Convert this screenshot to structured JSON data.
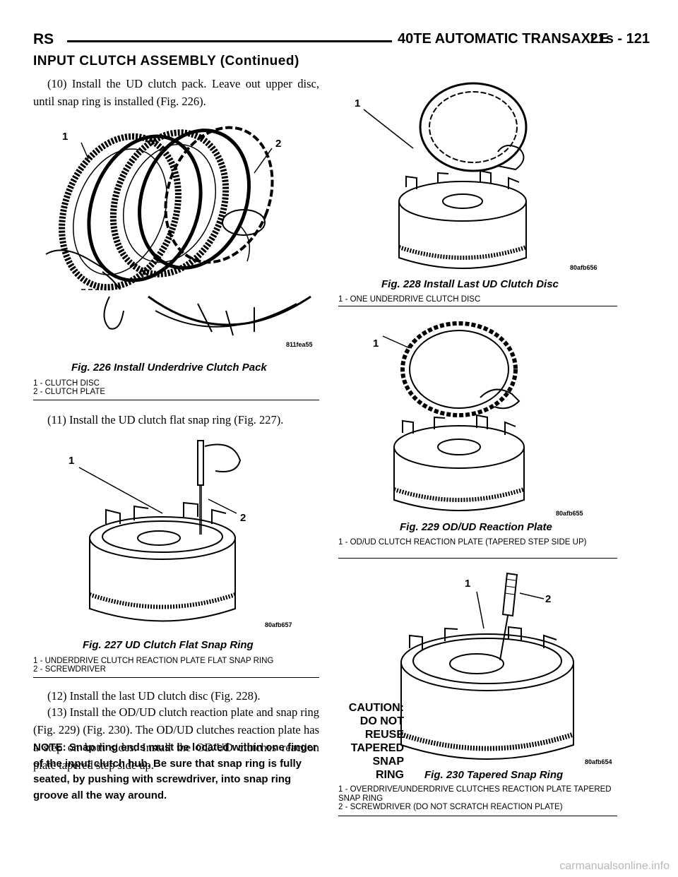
{
  "header": {
    "section_code": "RS",
    "manual_title": "40TE AUTOMATIC TRANSAXLE",
    "page_number": "21s - 121"
  },
  "section_title": "INPUT CLUTCH ASSEMBLY (Continued)",
  "left_column": {
    "step10": "(10) Install the UD clutch pack. Leave out upper disc, until snap ring is installed (Fig. 226).",
    "step11": "(11) Install the UD clutch flat snap ring (Fig. 227).",
    "step12": "(12) Install the last UD clutch disc (Fig. 228).",
    "step13": "(13) Install the OD/UD clutch reaction plate and snap ring (Fig. 229) (Fig. 230). The OD/UD clutches reaction plate has a step on both sides. Install the OD/UD clutches reaction plate tapered step side up.",
    "note": "NOTE: Snap ring ends must be located within one finger of the input clutch hub. Be sure that snap ring is fully seated, by pushing with screwdriver, into snap ring groove all the way around."
  },
  "figures": {
    "fig226": {
      "caption": "Fig. 226 Install Underdrive Clutch Pack",
      "code": "811fea55",
      "callouts": [
        "1",
        "2"
      ],
      "legend": [
        "1 - CLUTCH DISC",
        "2 - CLUTCH PLATE"
      ]
    },
    "fig227": {
      "caption": "Fig. 227 UD Clutch Flat Snap Ring",
      "code": "80afb657",
      "callouts": [
        "1",
        "2"
      ],
      "legend": [
        "1 - UNDERDRIVE CLUTCH REACTION PLATE FLAT SNAP RING",
        "2 - SCREWDRIVER"
      ]
    },
    "fig228": {
      "caption": "Fig. 228 Install Last UD Clutch Disc",
      "code": "80afb656",
      "callouts": [
        "1"
      ],
      "legend": [
        "1 - ONE UNDERDRIVE CLUTCH DISC"
      ]
    },
    "fig229": {
      "caption": "Fig. 229 OD/UD Reaction Plate",
      "code": "80afb655",
      "callouts": [
        "1"
      ],
      "legend": [
        "1 - OD/UD CLUTCH REACTION PLATE (TAPERED STEP SIDE UP)"
      ]
    },
    "fig230": {
      "caption": "Fig. 230 Tapered Snap Ring",
      "code": "80afb654",
      "callouts": [
        "1",
        "2"
      ],
      "caution": [
        "CAUTION:",
        "DO NOT",
        "REUSE",
        "TAPERED",
        "SNAP RING"
      ],
      "legend": [
        "1 - OVERDRIVE/UNDERDRIVE CLUTCHES REACTION PLATE TAPERED SNAP RING",
        "2 - SCREWDRIVER (DO NOT SCRATCH REACTION PLATE)"
      ]
    }
  },
  "watermark": "carmanualsonline.info"
}
